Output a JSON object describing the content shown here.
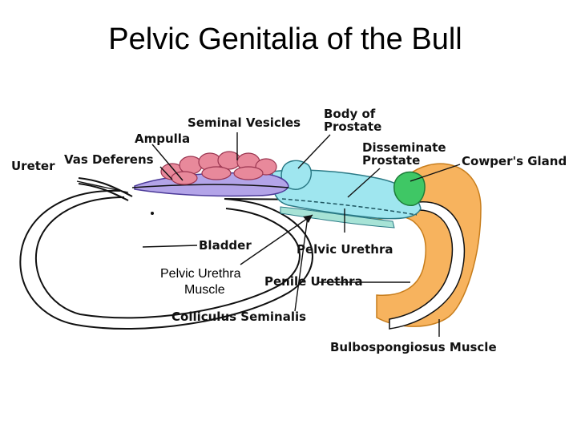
{
  "title": "Pelvic Genitalia of the Bull",
  "labels": {
    "ureter": "Ureter",
    "vas_deferens": "Vas Deferens",
    "ampulla": "Ampulla",
    "seminal_vesicles": "Seminal Vesicles",
    "body_of_prostate_line1": "Body of",
    "body_of_prostate_line2": "Prostate",
    "disseminate_prostate_line1": "Disseminate",
    "disseminate_prostate_line2": "Prostate",
    "cowpers_gland": "Cowper's Gland",
    "bladder": "Bladder",
    "pelvic_urethra": "Pelvic Urethra",
    "penile_urethra": "Penile Urethra",
    "colliculus_seminalis": "Colliculus Seminalis",
    "bulbospongiosus_muscle": "Bulbospongiosus Muscle",
    "pelvic_urethra_muscle_line1": "Pelvic Urethra",
    "pelvic_urethra_muscle_line2": "Muscle"
  },
  "colors": {
    "seminal_vesicles": "#e8899b",
    "ampulla": "#b3a4e8",
    "prostate": "#9fe6ef",
    "cowpers_gland": "#3fc765",
    "bulbospongiosus": "#f7b35e",
    "urethra_band": "#a7e3d6"
  }
}
